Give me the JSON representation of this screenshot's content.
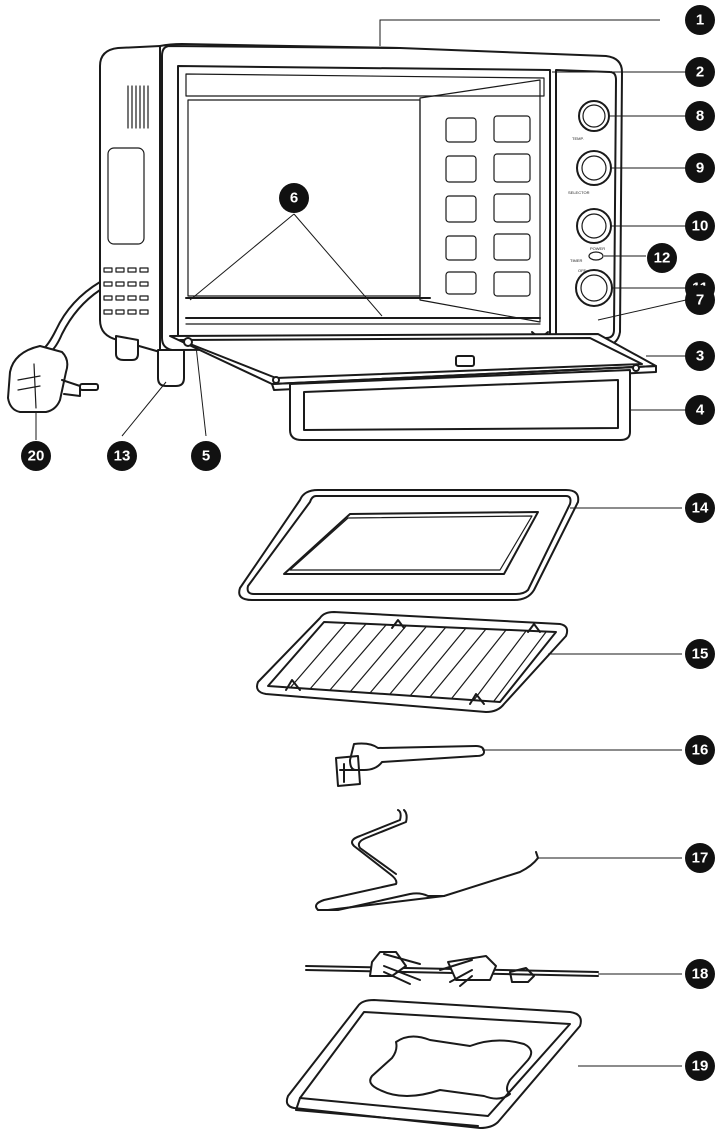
{
  "callouts": [
    "1",
    "2",
    "3",
    "4",
    "5",
    "6",
    "7",
    "8",
    "9",
    "10",
    "11",
    "12",
    "13",
    "14",
    "15",
    "16",
    "17",
    "18",
    "19",
    "20"
  ],
  "panel_labels": {
    "temp": "TEMP.",
    "selector": "SELECTOR",
    "power": "POWER",
    "timer": "TIMER",
    "off": "OFF"
  }
}
